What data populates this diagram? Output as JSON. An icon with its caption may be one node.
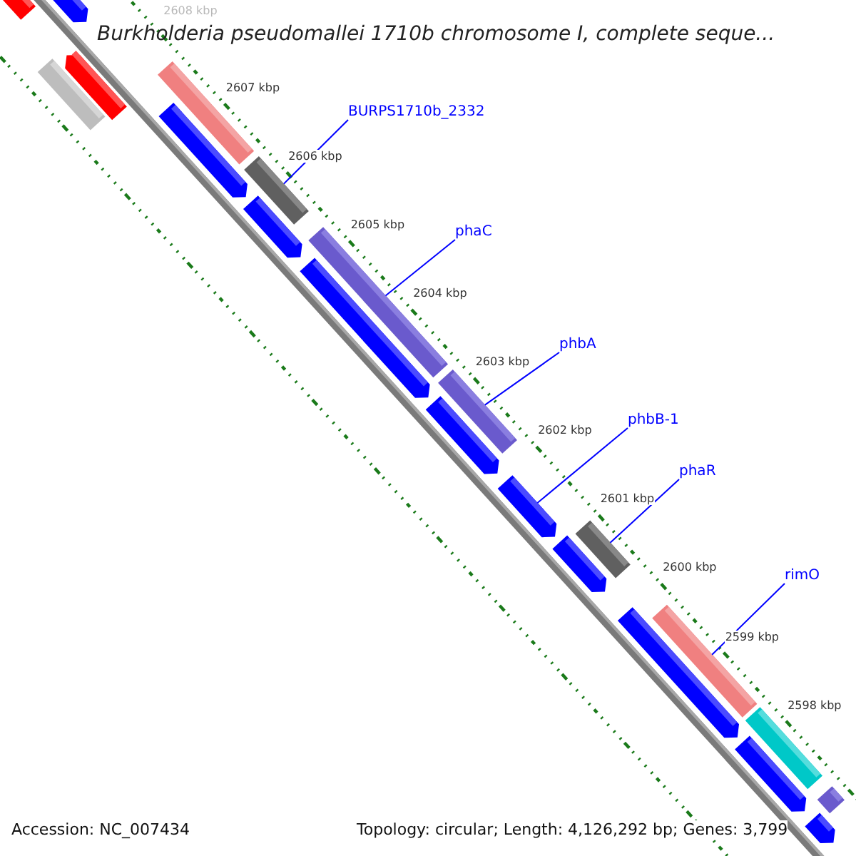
{
  "diagram": {
    "title": "Burkholderia pseudomallei 1710b chromosome I, complete seque...",
    "nodes": [
      {
        "text": [],
        "shape": "pentagon"
      },
      {
        "text": [],
        "shape": "pentagon"
      },
      {
        "text": [],
        "shape": "pentagon"
      },
      {
        "text": [],
        "shape": "bar"
      },
      {
        "text": [],
        "shape": "bar"
      },
      {
        "text": [],
        "shape": "pentagon"
      },
      {
        "text": [
          "BURPS1710b_2332"
        ]
      },
      {
        "text": [],
        "shape": "bar"
      },
      {
        "text": [],
        "shape": "pentagon"
      },
      {
        "text": [
          "phaC"
        ]
      },
      {
        "text": [],
        "shape": "bar"
      },
      {
        "text": [],
        "shape": "pentagon"
      },
      {
        "text": [
          "phbA"
        ]
      },
      {
        "text": [],
        "shape": "bar"
      },
      {
        "text": [],
        "shape": "pentagon"
      },
      {
        "text": [
          "phbB-1"
        ]
      },
      {
        "text": [],
        "shape": "pentagon"
      },
      {
        "text": [
          "phaR"
        ]
      },
      {
        "text": [],
        "shape": "bar"
      },
      {
        "text": [],
        "shape": "pentagon"
      },
      {
        "text": [
          "rimO"
        ]
      },
      {
        "text": [],
        "shape": "bar"
      },
      {
        "text": [],
        "shape": "pentagon"
      },
      {
        "text": [],
        "shape": "bar"
      },
      {
        "text": [],
        "shape": "pentagon"
      },
      {
        "text": [],
        "shape": "bar"
      },
      {
        "text": [],
        "shape": "pentagon"
      }
    ],
    "edges": [
      {
        "from": 6,
        "to": 7,
        "arrow": "none"
      },
      {
        "from": 9,
        "to": 10,
        "arrow": "none"
      },
      {
        "from": 12,
        "to": 13,
        "arrow": "none"
      },
      {
        "from": 15,
        "to": 16,
        "arrow": "none"
      },
      {
        "from": 17,
        "to": 18,
        "arrow": "none"
      },
      {
        "from": 20,
        "to": 21,
        "arrow": "none"
      }
    ],
    "labels": [
      "2608 kbp",
      "2607 kbp",
      "2606 kbp",
      "2605 kbp",
      "2604 kbp",
      "2603 kbp",
      "2602 kbp",
      "2601 kbp",
      "2600 kbp",
      "2599 kbp",
      "2598 kbp",
      "Accession: NC_007434",
      "Topology: circular; Length: 4,126,292 bp; Genes: 3,799"
    ]
  }
}
